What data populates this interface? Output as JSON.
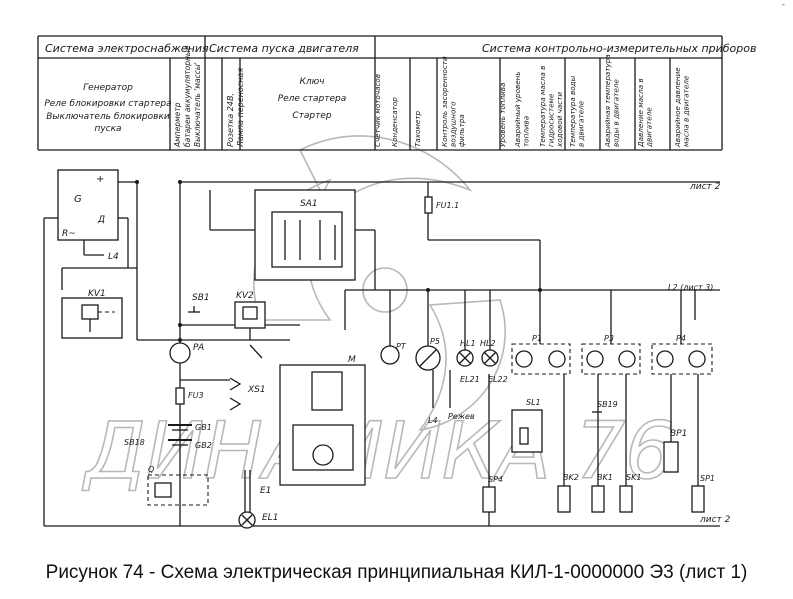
{
  "corner_mark": "-",
  "header": {
    "groups": [
      "Система электроснабжения",
      "Система пуска двигателя",
      "Система контрольно-измерительных приборов"
    ],
    "col1_lines": [
      "Генератор",
      "Реле блокировки стартера",
      "Выключатель блокировки",
      "пуска"
    ],
    "col2_lines": [
      "Амперметр",
      "батареи аккумуляторные",
      "Выключатель 'массы'"
    ],
    "col3_lines": [
      "Розетка 24В,",
      "Лампа переносная"
    ],
    "col4_lines": [
      "Ключ",
      "Реле стартера",
      "Стартер"
    ],
    "vcols": [
      [
        "Счетчик моточасов"
      ],
      [
        "Конденсатор"
      ],
      [
        "Тахометр"
      ],
      [
        "Контроль засоренности",
        "воздушного",
        "фильтра"
      ],
      [
        "Уровень топлива"
      ],
      [
        "Аварийный уровень",
        "топлива"
      ],
      [
        "Температура масла в",
        "гидросистеме",
        "ходовой части"
      ],
      [
        "Температура воды",
        "в двигателе"
      ],
      [
        "Аварийная температура",
        "воды в двигателе"
      ],
      [
        "Давление масла в",
        "двигателе"
      ],
      [
        "Аварийное давление",
        "масла в двигателе"
      ]
    ]
  },
  "labels": {
    "list2": "лист 2",
    "L2": "L2 (лист 3)",
    "L4": "L4",
    "rezhev": "Режев",
    "G": "G",
    "plus": "+",
    "D": "Д",
    "R": "R~",
    "SA1": "SA1",
    "FU11": "FU1.1",
    "KV1": "KV1",
    "SB1": "SB1",
    "KV2": "KV2",
    "PA": "PA",
    "FU3": "FU3",
    "XS1": "XS1",
    "M": "M",
    "SB18": "SB18",
    "GB1": "GB1",
    "GB2": "GB2",
    "Q": "Q",
    "E1": "E1",
    "EL1": "EL1",
    "PT": "PT",
    "P5": "P5",
    "HL1": "HL1",
    "HL2": "HL2",
    "EL21": "EL21",
    "EL22": "EL22",
    "P1": "P1",
    "P3": "P3",
    "P4": "P4",
    "SL1": "SL1",
    "SB19": "SB19",
    "SP4": "SP4",
    "BK2": "BK2",
    "BK1": "BK1",
    "SK1": "SK1",
    "BP1": "BP1",
    "SP1": "SP1"
  },
  "watermark": "ДИНАМИКА 76",
  "caption": "Рисунок 74 - Схема электрическая принципиальная КИЛ-1-0000000 Э3 (лист 1)"
}
